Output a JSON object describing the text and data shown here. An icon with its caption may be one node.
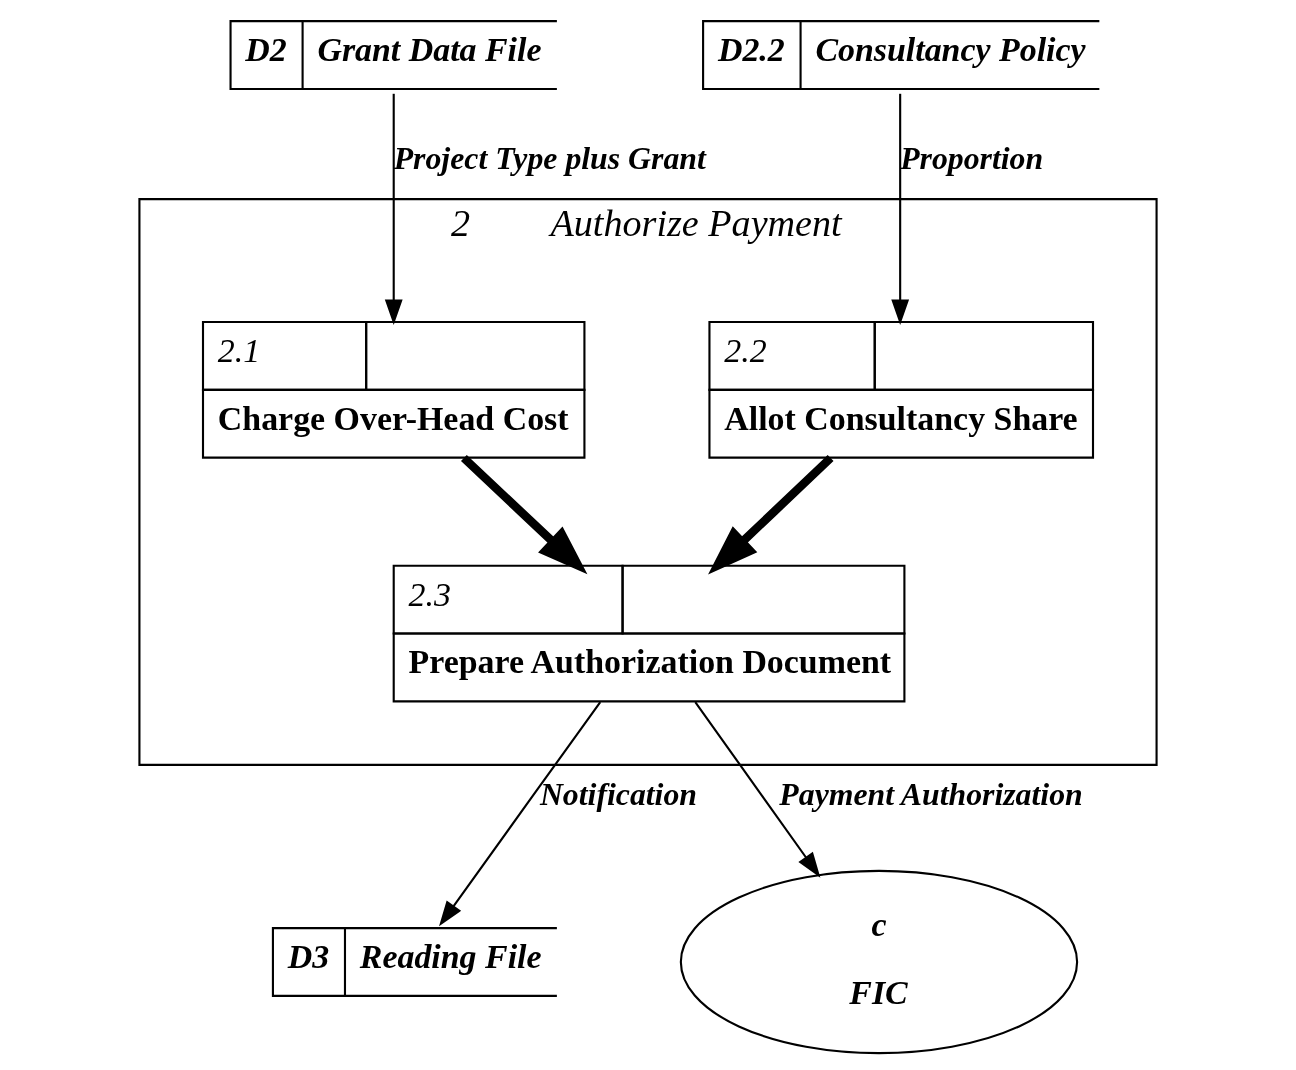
{
  "diagram": {
    "nodes": [
      {
        "text": [
          "2",
          "Authorize Payment"
        ]
      },
      {
        "text": [
          "2.1",
          "Charge Over-Head Cost"
        ],
        "in": 0
      },
      {
        "text": [
          "D2",
          "Grant Data File"
        ]
      },
      {
        "text": [
          "2.3",
          "Prepare Authorization Document"
        ],
        "in": 0
      },
      {
        "text": [
          "D3",
          "Reading File"
        ]
      },
      {
        "text": [
          "c",
          "FIC"
        ]
      },
      {
        "text": [
          "2.2",
          "Allot Consultancy Share"
        ],
        "in": 0
      },
      {
        "text": [
          "D2.2",
          "Consultancy Policy"
        ]
      }
    ],
    "edges": [
      {
        "from": 2,
        "to": 1,
        "arrow": "to",
        "label": "Project Type plus Grant"
      },
      {
        "from": 1,
        "to": 3,
        "arrow": "to",
        "style": "thick"
      },
      {
        "from": 3,
        "to": 5,
        "arrow": "to",
        "label": "Payment Authorization"
      },
      {
        "from": 3,
        "to": 4,
        "arrow": "to",
        "label": "Notification"
      },
      {
        "from": 6,
        "to": 3,
        "arrow": "to",
        "style": "thick"
      },
      {
        "from": 7,
        "to": 6,
        "arrow": "to",
        "label": "Proportion"
      }
    ]
  }
}
